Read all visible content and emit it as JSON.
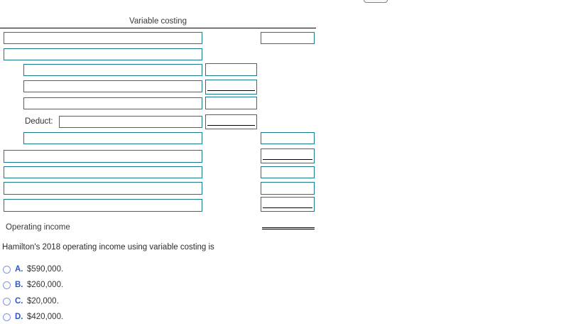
{
  "statement": {
    "title": "Variable costing",
    "deduct_label": "Deduct:",
    "operating_income_label": "Operating income"
  },
  "question": {
    "prompt": "Hamilton's 2018 operating income using variable costing is",
    "options": [
      {
        "letter": "A.",
        "amount": "$590,000."
      },
      {
        "letter": "B.",
        "amount": "$260,000."
      },
      {
        "letter": "C.",
        "amount": "$20,000."
      },
      {
        "letter": "D.",
        "amount": "$420,000."
      }
    ]
  },
  "colors": {
    "input_border": "#17798C",
    "rule_line": "#000000",
    "option_letter": "#2A57C8",
    "radio_border": "#8494E0",
    "text": "#333333"
  }
}
